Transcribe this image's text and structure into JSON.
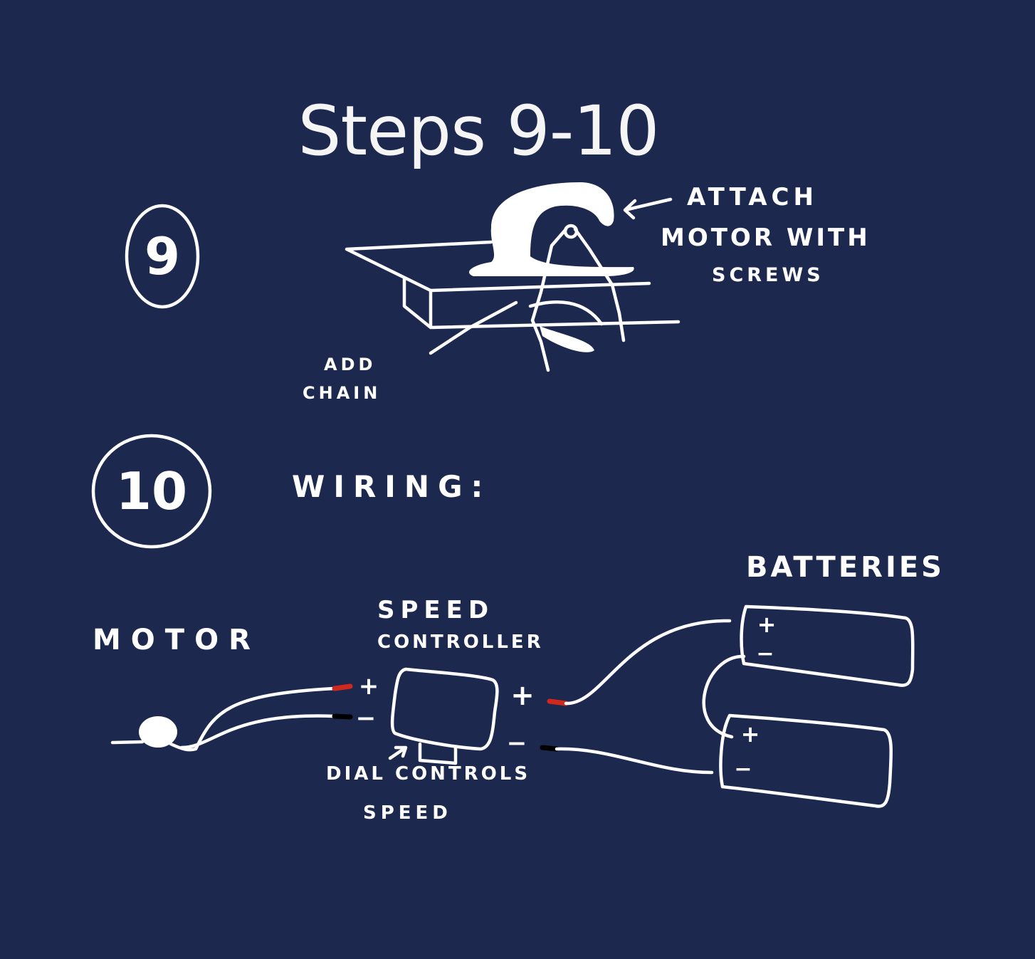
{
  "title": "Steps 9-10",
  "steps": [
    {
      "number": "9",
      "labels": {
        "attach_line1": "ATTACH",
        "attach_line2": "MOTOR WITH",
        "attach_line3": "SCREWS",
        "chain_line1": "ADD",
        "chain_line2": "CHAIN"
      }
    },
    {
      "number": "10",
      "heading": "WIRING:",
      "labels": {
        "motor": "MOTOR",
        "controller_line1": "SPEED",
        "controller_line2": "CONTROLLER",
        "dial_line1": "DIAL CONTROLS",
        "dial_line2": "SPEED",
        "batteries": "BATTERIES",
        "plus": "+",
        "minus": "−"
      }
    }
  ],
  "colors": {
    "background": "#1d284f",
    "ink": "#ffffff",
    "positive_wire": "#d0281c",
    "negative_wire": "#000000"
  }
}
